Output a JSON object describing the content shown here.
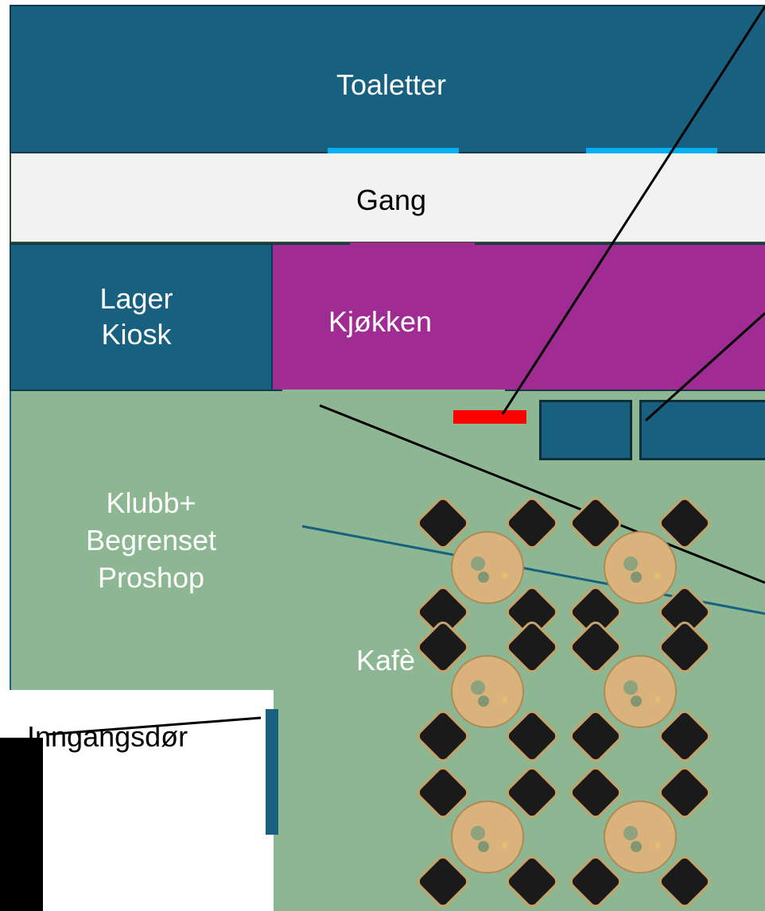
{
  "rooms": {
    "toaletter": {
      "label": "Toaletter",
      "color": "#17607F"
    },
    "gang": {
      "label": "Gang",
      "color": "#F2F2F2"
    },
    "lager_kiosk": {
      "line1": "Lager",
      "line2": "Kiosk",
      "color": "#17607F"
    },
    "kjokken": {
      "label": "Kjøkken",
      "color": "#A02B93"
    },
    "kafe_area": {
      "label": "Kafè",
      "color": "#8DB792"
    },
    "klubb": {
      "line1": "Klubb+",
      "line2": "Begrenset",
      "line3": "Proshop"
    }
  },
  "entrance": {
    "label": "Inngangsdør",
    "door_color": "#17607F"
  },
  "accents": {
    "toilet_doors": "#00B0F0",
    "red_marker": "#FF0000",
    "counters": "#17607F",
    "table_top": "#D9B27C",
    "chair": "#1A1A1A"
  },
  "tables": {
    "count": 6
  }
}
